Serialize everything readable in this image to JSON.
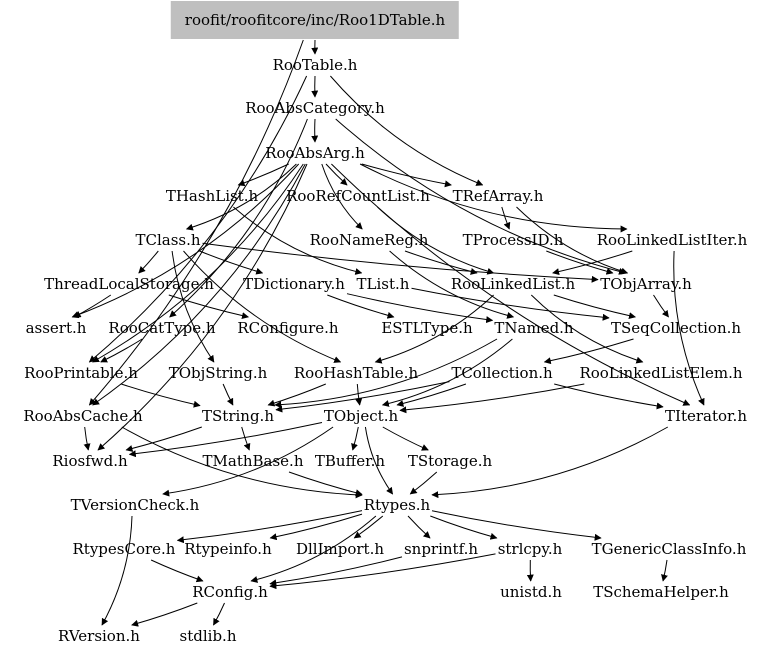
{
  "diagram": {
    "root": "rootfile",
    "nodes": [
      {
        "id": "root",
        "label": "roofit/roofitcore/inc/Roo1DTable.h"
      },
      {
        "id": "RooTable",
        "label": "RooTable.h"
      },
      {
        "id": "RooAbsCategory",
        "label": "RooAbsCategory.h"
      },
      {
        "id": "RooAbsArg",
        "label": "RooAbsArg.h"
      },
      {
        "id": "THashList",
        "label": "THashList.h"
      },
      {
        "id": "RooRefCountList",
        "label": "RooRefCountList.h"
      },
      {
        "id": "TRefArray",
        "label": "TRefArray.h"
      },
      {
        "id": "TClass",
        "label": "TClass.h"
      },
      {
        "id": "RooNameReg",
        "label": "RooNameReg.h"
      },
      {
        "id": "TProcessID",
        "label": "TProcessID.h"
      },
      {
        "id": "RooLinkedListIter",
        "label": "RooLinkedListIter.h"
      },
      {
        "id": "ThreadLocalStorage",
        "label": "ThreadLocalStorage.h"
      },
      {
        "id": "TDictionary",
        "label": "TDictionary.h"
      },
      {
        "id": "TList",
        "label": "TList.h"
      },
      {
        "id": "RooLinkedList",
        "label": "RooLinkedList.h"
      },
      {
        "id": "TObjArray",
        "label": "TObjArray.h"
      },
      {
        "id": "assert",
        "label": "assert.h"
      },
      {
        "id": "RooCatType",
        "label": "RooCatType.h"
      },
      {
        "id": "RConfigure",
        "label": "RConfigure.h"
      },
      {
        "id": "ESTLType",
        "label": "ESTLType.h"
      },
      {
        "id": "TNamed",
        "label": "TNamed.h"
      },
      {
        "id": "TSeqCollection",
        "label": "TSeqCollection.h"
      },
      {
        "id": "RooPrintable",
        "label": "RooPrintable.h"
      },
      {
        "id": "TObjString",
        "label": "TObjString.h"
      },
      {
        "id": "RooHashTable",
        "label": "RooHashTable.h"
      },
      {
        "id": "TCollection",
        "label": "TCollection.h"
      },
      {
        "id": "RooLinkedListElem",
        "label": "RooLinkedListElem.h"
      },
      {
        "id": "RooAbsCache",
        "label": "RooAbsCache.h"
      },
      {
        "id": "TString",
        "label": "TString.h"
      },
      {
        "id": "TObject",
        "label": "TObject.h"
      },
      {
        "id": "TIterator",
        "label": "TIterator.h"
      },
      {
        "id": "Riosfwd",
        "label": "Riosfwd.h"
      },
      {
        "id": "TMathBase",
        "label": "TMathBase.h"
      },
      {
        "id": "TBuffer",
        "label": "TBuffer.h"
      },
      {
        "id": "TStorage",
        "label": "TStorage.h"
      },
      {
        "id": "TVersionCheck",
        "label": "TVersionCheck.h"
      },
      {
        "id": "Rtypes",
        "label": "Rtypes.h"
      },
      {
        "id": "RtypesCore",
        "label": "RtypesCore.h"
      },
      {
        "id": "Rtypeinfo",
        "label": "Rtypeinfo.h"
      },
      {
        "id": "DllImport",
        "label": "DllImport.h"
      },
      {
        "id": "snprintf",
        "label": "snprintf.h"
      },
      {
        "id": "strlcpy",
        "label": "strlcpy.h"
      },
      {
        "id": "TGenericClassInfo",
        "label": "TGenericClassInfo.h"
      },
      {
        "id": "RConfig",
        "label": "RConfig.h"
      },
      {
        "id": "unistd",
        "label": "unistd.h"
      },
      {
        "id": "TSchemaHelper",
        "label": "TSchemaHelper.h"
      },
      {
        "id": "RVersion",
        "label": "RVersion.h"
      },
      {
        "id": "stdlib",
        "label": "stdlib.h"
      }
    ],
    "edges": [
      [
        "root",
        "RooTable"
      ],
      [
        "root",
        "RooAbsCache"
      ],
      [
        "RooTable",
        "RooAbsCategory"
      ],
      [
        "RooTable",
        "TRefArray"
      ],
      [
        "RooTable",
        "RooPrintable"
      ],
      [
        "RooAbsCategory",
        "RooAbsArg"
      ],
      [
        "RooAbsCategory",
        "TObjArray"
      ],
      [
        "RooAbsCategory",
        "RooCatType"
      ],
      [
        "RooAbsArg",
        "THashList"
      ],
      [
        "RooAbsArg",
        "RooRefCountList"
      ],
      [
        "RooAbsArg",
        "TRefArray"
      ],
      [
        "RooAbsArg",
        "RooLinkedListIter"
      ],
      [
        "RooAbsArg",
        "TClass"
      ],
      [
        "RooAbsArg",
        "RooNameReg"
      ],
      [
        "RooAbsArg",
        "assert"
      ],
      [
        "RooAbsArg",
        "RooPrintable"
      ],
      [
        "RooAbsArg",
        "RooAbsCache"
      ],
      [
        "RooAbsArg",
        "Riosfwd"
      ],
      [
        "RooAbsArg",
        "TIterator"
      ],
      [
        "THashList",
        "TList"
      ],
      [
        "RooRefCountList",
        "RooLinkedList"
      ],
      [
        "TRefArray",
        "TProcessID"
      ],
      [
        "TRefArray",
        "TObjArray"
      ],
      [
        "TClass",
        "ThreadLocalStorage"
      ],
      [
        "TClass",
        "TDictionary"
      ],
      [
        "TClass",
        "TObjArray"
      ],
      [
        "TClass",
        "TObjString"
      ],
      [
        "TClass",
        "RooHashTable"
      ],
      [
        "RooNameReg",
        "TNamed"
      ],
      [
        "RooNameReg",
        "RooLinkedList"
      ],
      [
        "TProcessID",
        "TObjArray"
      ],
      [
        "RooLinkedListIter",
        "TIterator"
      ],
      [
        "RooLinkedListIter",
        "RooLinkedList"
      ],
      [
        "ThreadLocalStorage",
        "RConfigure"
      ],
      [
        "ThreadLocalStorage",
        "assert"
      ],
      [
        "TDictionary",
        "ESTLType"
      ],
      [
        "TDictionary",
        "TNamed"
      ],
      [
        "TList",
        "TSeqCollection"
      ],
      [
        "RooLinkedList",
        "TSeqCollection"
      ],
      [
        "RooLinkedList",
        "RooHashTable"
      ],
      [
        "RooLinkedList",
        "RooLinkedListElem"
      ],
      [
        "TObjArray",
        "TSeqCollection"
      ],
      [
        "RooCatType",
        "RooPrintable"
      ],
      [
        "TNamed",
        "TString"
      ],
      [
        "TNamed",
        "TObject"
      ],
      [
        "TSeqCollection",
        "TCollection"
      ],
      [
        "RooPrintable",
        "TString"
      ],
      [
        "TObjString",
        "TString"
      ],
      [
        "RooHashTable",
        "TString"
      ],
      [
        "RooHashTable",
        "TObject"
      ],
      [
        "TCollection",
        "TObject"
      ],
      [
        "TCollection",
        "TIterator"
      ],
      [
        "TCollection",
        "TString"
      ],
      [
        "RooLinkedListElem",
        "TObject"
      ],
      [
        "RooAbsCache",
        "Riosfwd"
      ],
      [
        "RooAbsCache",
        "Rtypes"
      ],
      [
        "TString",
        "TMathBase"
      ],
      [
        "TString",
        "Riosfwd"
      ],
      [
        "TObject",
        "Riosfwd"
      ],
      [
        "TObject",
        "TBuffer"
      ],
      [
        "TObject",
        "TStorage"
      ],
      [
        "TObject",
        "TVersionCheck"
      ],
      [
        "TObject",
        "Rtypes"
      ],
      [
        "TIterator",
        "Rtypes"
      ],
      [
        "TMathBase",
        "Rtypes"
      ],
      [
        "TStorage",
        "Rtypes"
      ],
      [
        "TVersionCheck",
        "RVersion"
      ],
      [
        "Rtypes",
        "RtypesCore"
      ],
      [
        "Rtypes",
        "Rtypeinfo"
      ],
      [
        "Rtypes",
        "DllImport"
      ],
      [
        "Rtypes",
        "snprintf"
      ],
      [
        "Rtypes",
        "strlcpy"
      ],
      [
        "Rtypes",
        "TGenericClassInfo"
      ],
      [
        "Rtypes",
        "RConfig"
      ],
      [
        "RtypesCore",
        "RConfig"
      ],
      [
        "snprintf",
        "RConfig"
      ],
      [
        "strlcpy",
        "RConfig"
      ],
      [
        "strlcpy",
        "unistd"
      ],
      [
        "TGenericClassInfo",
        "TSchemaHelper"
      ],
      [
        "RConfig",
        "RVersion"
      ],
      [
        "RConfig",
        "stdlib"
      ]
    ]
  }
}
